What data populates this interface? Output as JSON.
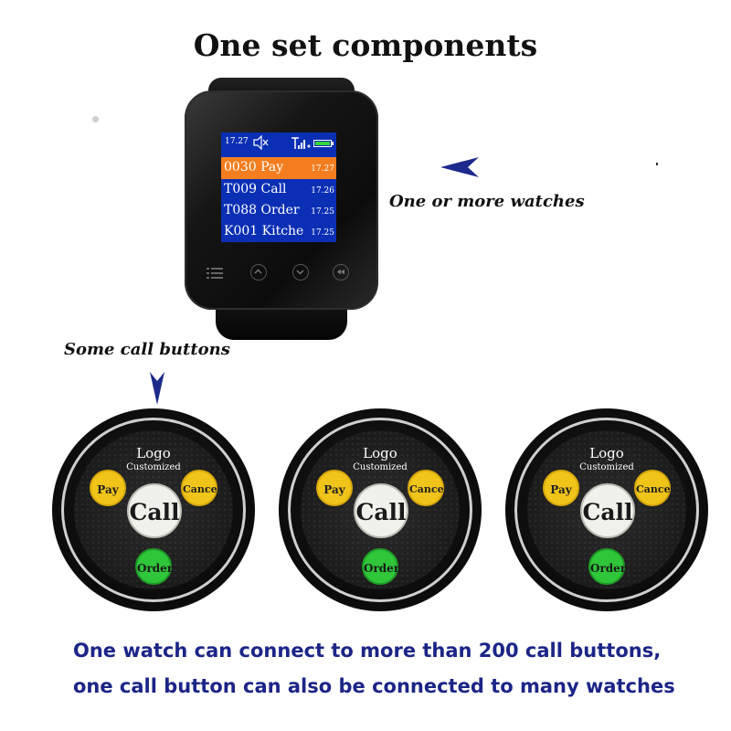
{
  "title": "One set components",
  "captions": {
    "watches": "One or more watches",
    "buttons": "Some call buttons"
  },
  "watch": {
    "status_time": "17.27",
    "icons": [
      "mute-icon",
      "signal-icon",
      "battery-icon"
    ],
    "rows": [
      {
        "label": "0030 Pay",
        "time": "17.27",
        "highlight": true
      },
      {
        "label": "T009 Call",
        "time": "17.26",
        "highlight": false
      },
      {
        "label": "T088 Order",
        "time": "17.25",
        "highlight": false
      },
      {
        "label": "K001 Kitche",
        "time": "17.25",
        "highlight": false
      }
    ],
    "buttons": [
      "menu-icon",
      "up-icon",
      "down-icon",
      "back-icon"
    ],
    "colors": {
      "screen": "#0b2fb4",
      "highlight": "#f37d1f"
    }
  },
  "call_buttons": [
    {
      "logo": "Logo",
      "customized": "Customized",
      "pay": "Pay",
      "cancel": "Cancel",
      "call": "Call",
      "order": "Order"
    },
    {
      "logo": "Logo",
      "customized": "Customized",
      "pay": "Pay",
      "cancel": "Cancel",
      "call": "Call",
      "order": "Order"
    },
    {
      "logo": "Logo",
      "customized": "Customized",
      "pay": "Pay",
      "cancel": "Cancel",
      "call": "Call",
      "order": "Order"
    }
  ],
  "bottom_text": {
    "line1": "One watch can connect to more than 200 call buttons,",
    "line2": "one call button can also be connected to many watches"
  },
  "colors": {
    "text_blue": "#1c2587",
    "arrow": "#1c2a8c",
    "yellow_key": "#f0c419",
    "green_key": "#2fc63a"
  }
}
